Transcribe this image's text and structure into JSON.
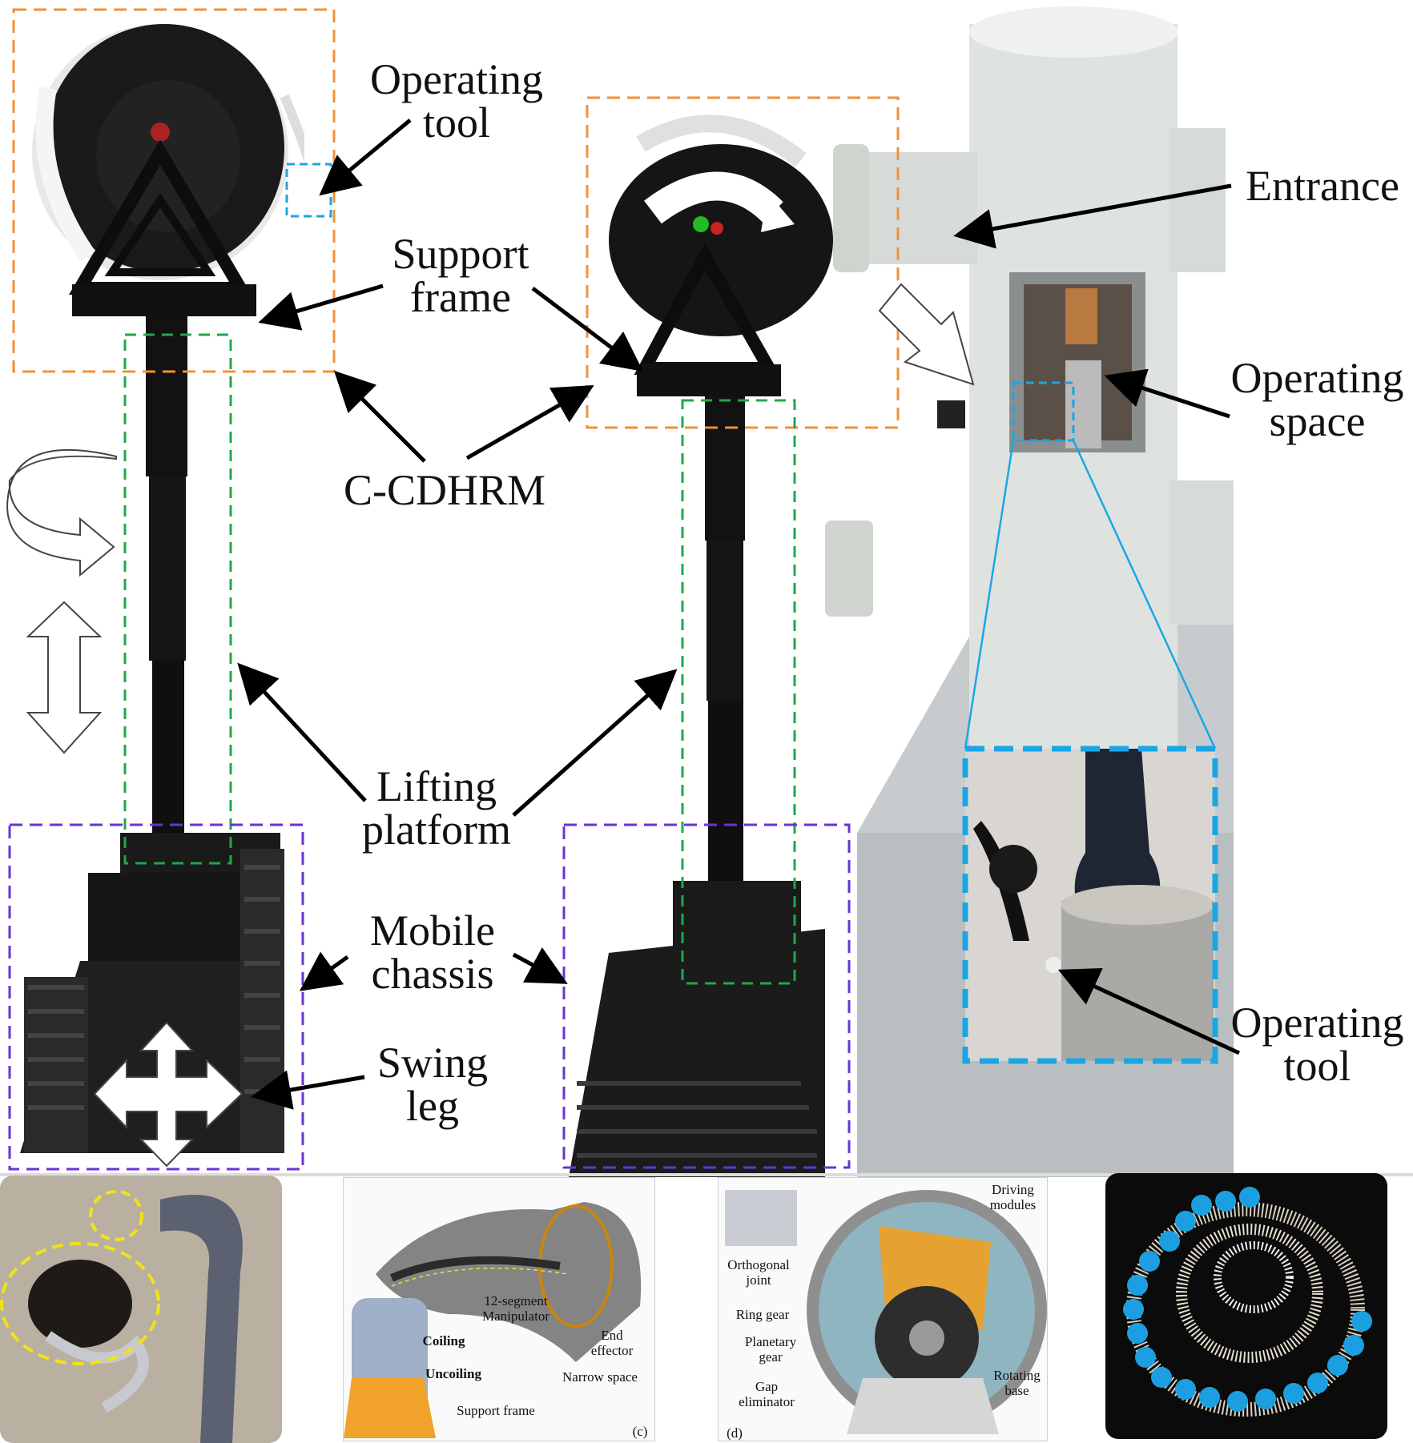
{
  "colors": {
    "orange_box": "#f0913a",
    "green_box": "#1fa84a",
    "purple_box": "#6a33d6",
    "cyan_box": "#1aa6e6",
    "vessel": "#dfe3df",
    "robot": "#111111",
    "yellow_dash": "#f2e21a",
    "snake_dot": "#1c9fe0"
  },
  "labels": {
    "operating_tool_top": "Operating\ntool",
    "support_frame": "Support\nframe",
    "c_cdhrm": "C-CDHRM",
    "lifting_platform": "Lifting\nplatform",
    "mobile_chassis": "Mobile\nchassis",
    "swing_leg": "Swing\nleg",
    "entrance": "Entrance",
    "operating_space": "Operating\nspace",
    "operating_tool_right": "Operating\ntool"
  },
  "panel_c": {
    "label": "(c)",
    "manipulator": "12-segment\nManipulator",
    "end_effector": "End\neffector",
    "coiling": "Coiling",
    "uncoiling": "Uncoiling",
    "narrow_space": "Narrow space",
    "support_frame": "Support frame"
  },
  "panel_d": {
    "label": "(d)",
    "driving_modules": "Driving\nmodules",
    "orthogonal_joint": "Orthogonal\njoint",
    "ring_gear": "Ring gear",
    "planetary_gear": "Planetary\ngear",
    "gap_eliminator": "Gap\neliminator",
    "rotating_base": "Rotating\nbase"
  },
  "icons": [
    "rotate-arrow-icon",
    "vertical-double-arrow-icon",
    "four-way-arrow-icon",
    "hollow-diagonal-arrow-icon"
  ]
}
